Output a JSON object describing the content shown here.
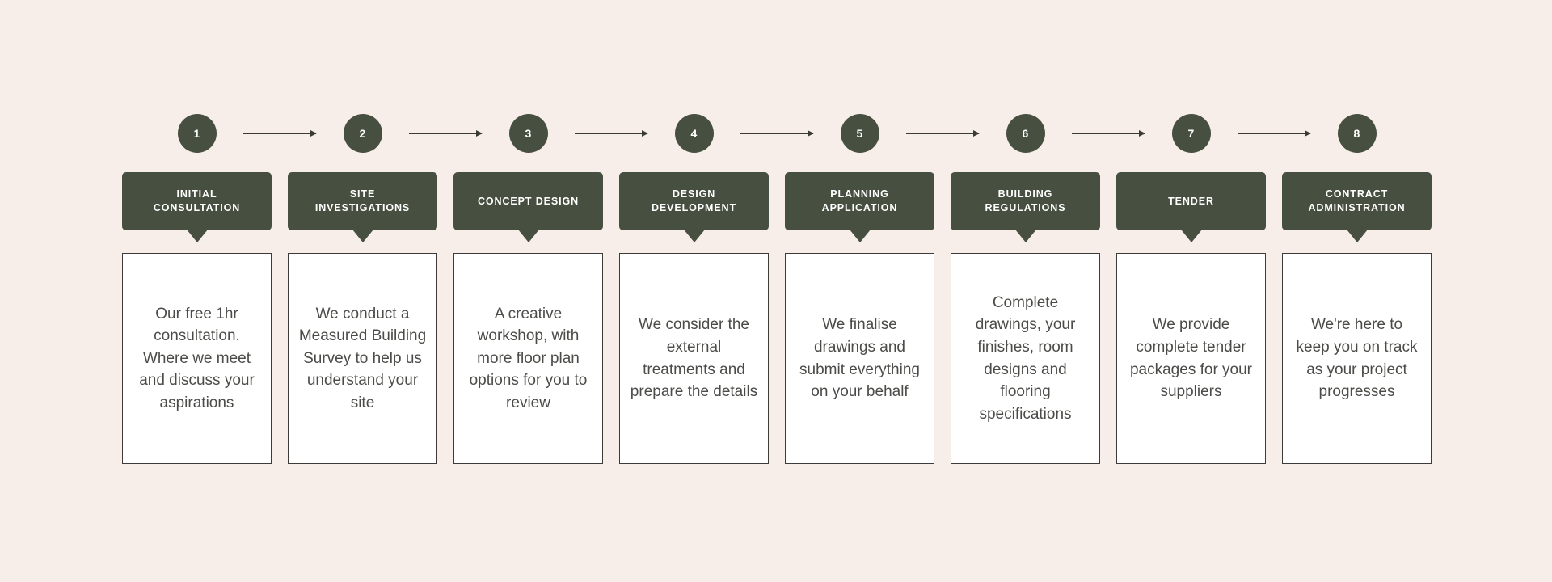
{
  "theme": {
    "background": "#f7eeea",
    "accent_dark_green": "#474f40",
    "card_background": "#ffffff",
    "card_border": "#3f3b38",
    "body_text": "#4b4b48",
    "header_text": "#ffffff",
    "connector": "#3b3b36"
  },
  "diagram": {
    "type": "process-timeline",
    "step_count": 8,
    "connector_count": 7
  },
  "steps": [
    {
      "number": "1",
      "title": "INITIAL\nCONSULTATION",
      "body": "Our free 1hr consultation. Where we meet and discuss your aspirations"
    },
    {
      "number": "2",
      "title": "SITE\nINVESTIGATIONS",
      "body": "We conduct a Measured Building Survey to help us understand your site"
    },
    {
      "number": "3",
      "title": "CONCEPT DESIGN",
      "body": "A creative workshop, with more floor plan options for you to review"
    },
    {
      "number": "4",
      "title": "DESIGN\nDEVELOPMENT",
      "body": "We consider the external treatments and prepare the details"
    },
    {
      "number": "5",
      "title": "PLANNING\nAPPLICATION",
      "body": "We finalise drawings and submit everything on your behalf"
    },
    {
      "number": "6",
      "title": "BUILDING\nREGULATIONS",
      "body": "Complete drawings, your finishes, room designs and flooring specifications"
    },
    {
      "number": "7",
      "title": "TENDER",
      "body": "We provide complete tender packages for your suppliers"
    },
    {
      "number": "8",
      "title": "CONTRACT\nADMINISTRATION",
      "body": "We're here to keep you on track as your project progresses"
    }
  ]
}
